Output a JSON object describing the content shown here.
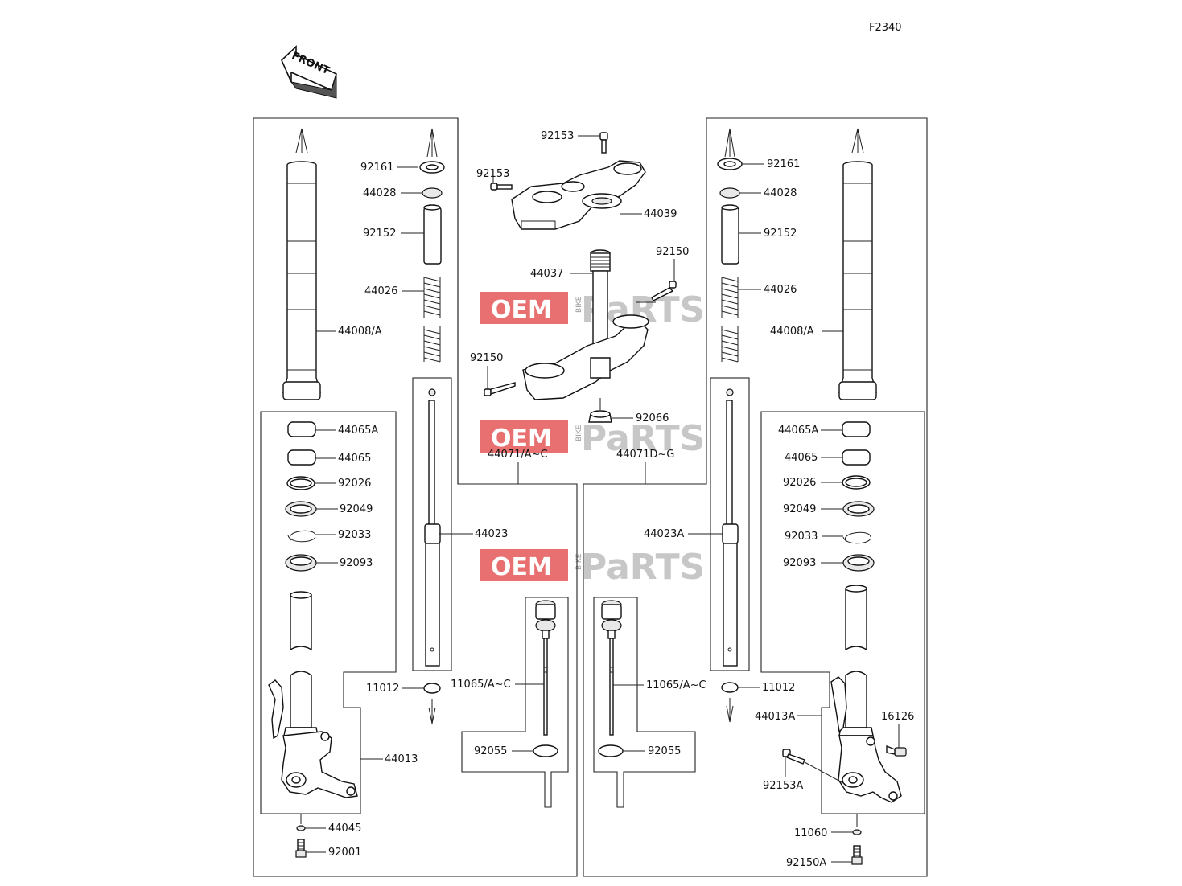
{
  "figure_code": "F2340",
  "direction_label": "FRONT",
  "watermark": {
    "oem": "OEM",
    "bike": "BIKE",
    "parts": "PaRTS",
    "accent_color": "#e04040"
  },
  "labels": {
    "l92161": "92161",
    "l44028": "44028",
    "l92152": "92152",
    "l44026": "44026",
    "l44008": "44008/A",
    "l44065A": "44065A",
    "l44065": "44065",
    "l92026": "92026",
    "l92049": "92049",
    "l92033": "92033",
    "l92093": "92093",
    "l44013": "44013",
    "l44045": "44045",
    "l92001": "92001",
    "l11012": "11012",
    "l44023": "44023",
    "l11065": "11065/A~C",
    "l92055": "92055",
    "l44071": "44071/A~C",
    "l92153a": "92153",
    "l92153b": "92153",
    "l44039": "44039",
    "l44037": "44037",
    "l92150a": "92150",
    "l92150b": "92150",
    "l92066": "92066",
    "r92161": "92161",
    "r44028": "44028",
    "r92152": "92152",
    "r44026": "44026",
    "r44008": "44008/A",
    "r44065A": "44065A",
    "r44065": "44065",
    "r92026": "92026",
    "r92049": "92049",
    "r92033": "92033",
    "r92093": "92093",
    "r44013A": "44013A",
    "r16126": "16126",
    "r92153A": "92153A",
    "r11060": "11060",
    "r92150A": "92150A",
    "r11012": "11012",
    "r44023A": "44023A",
    "r11065": "11065/A~C",
    "r92055": "92055",
    "r44071": "44071D~G"
  }
}
